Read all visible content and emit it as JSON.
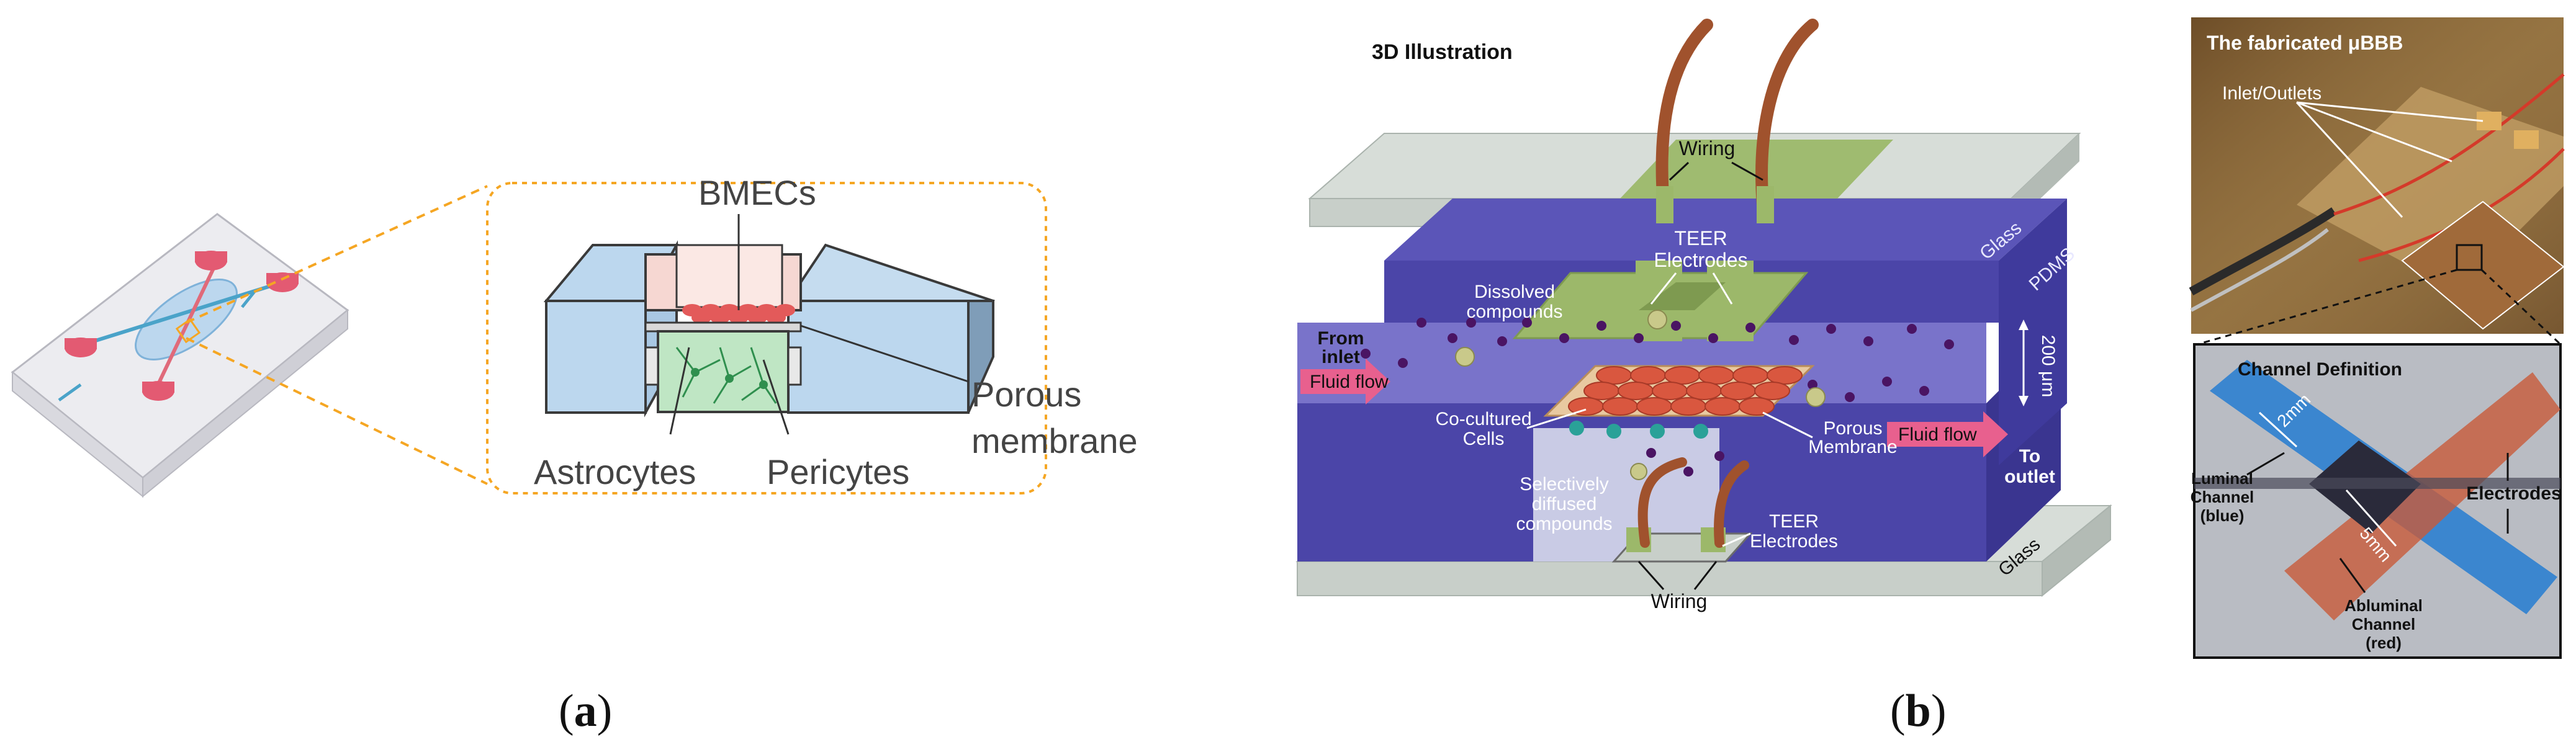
{
  "panel_a": {
    "caption_open": "(",
    "caption_letter": "a",
    "caption_close": ")",
    "labels": {
      "bmecs": "BMECs",
      "porous_line1": "Porous",
      "porous_line2": "membrane",
      "astrocytes": "Astrocytes",
      "pericytes": "Pericytes"
    },
    "colors": {
      "dash_orange": "#f5a623",
      "cell_red": "#e35a5a",
      "channel_blue": "#bcd7ee",
      "astro_green": "#2f8f4e"
    }
  },
  "panel_b": {
    "caption_open": "(",
    "caption_letter": "b",
    "caption_close": ")",
    "illustration_title": "3D Illustration",
    "labels": {
      "wiring_top": "Wiring",
      "teer_top_1": "TEER",
      "teer_top_2": "Electrodes",
      "glass_top": "Glass",
      "pdms": "PDMS",
      "dissolved_1": "Dissolved",
      "dissolved_2": "compounds",
      "from_inlet_1": "From",
      "from_inlet_2": "inlet",
      "fluid_flow_left": "Fluid flow",
      "dimension": "200 μm",
      "cocultured_1": "Co-cultured",
      "cocultured_2": "Cells",
      "porous_1": "Porous",
      "porous_2": "Membrane",
      "fluid_flow_right": "Fluid flow",
      "to_outlet_1": "To",
      "to_outlet_2": "outlet",
      "selective_1": "Selectively",
      "selective_2": "diffused",
      "selective_3": "compounds",
      "teer_bottom_1": "TEER",
      "teer_bottom_2": "Electrodes",
      "glass_bottom": "Glass",
      "wiring_bottom": "Wiring"
    },
    "colors": {
      "pdms": "#4b45a8",
      "glass": "#c8cfc9",
      "electrode": "#9cb86a",
      "wire": "#a0522d",
      "flow_arrow": "#e8608e",
      "dot_purple": "#4a1463",
      "cells": "#d9573f"
    }
  },
  "photo_panel": {
    "top_title": "The fabricated μBBB",
    "top_label": "Inlet/Outlets",
    "bottom_title": "Channel Definition",
    "label_2mm": "2mm",
    "label_5mm": "5mm",
    "luminal_1": "Luminal",
    "luminal_2": "Channel",
    "luminal_3": "(blue)",
    "electrodes": "Electrodes",
    "abluminal_1": "Abluminal",
    "abluminal_2": "Channel",
    "abluminal_3": "(red)"
  }
}
